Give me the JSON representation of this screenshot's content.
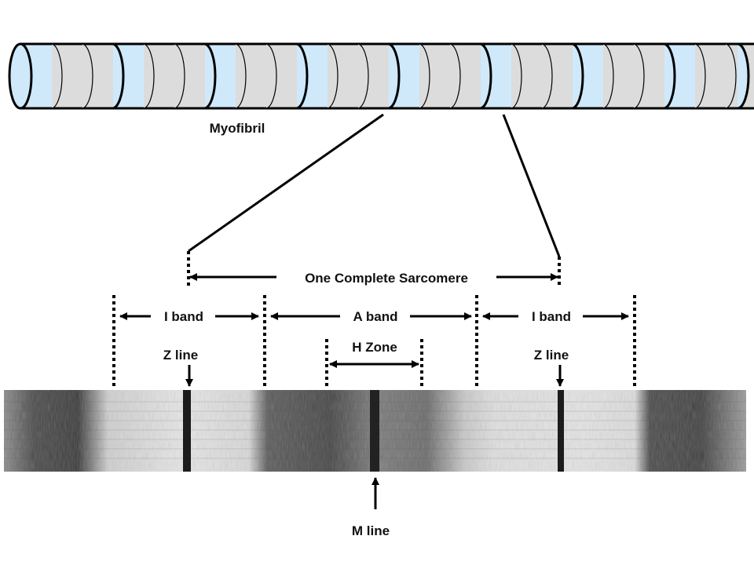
{
  "labels": {
    "myofibril": "Myofibril",
    "sarcomere": "One Complete Sarcomere",
    "i_band_left": "I band",
    "a_band": "A band",
    "i_band_right": "I band",
    "h_zone": "H Zone",
    "z_line_left": "Z line",
    "z_line_right": "Z line",
    "m_line": "M line"
  },
  "colors": {
    "light_disc": "#cfe9fb",
    "dark_disc": "#dcdcdc",
    "outline": "#000000"
  }
}
